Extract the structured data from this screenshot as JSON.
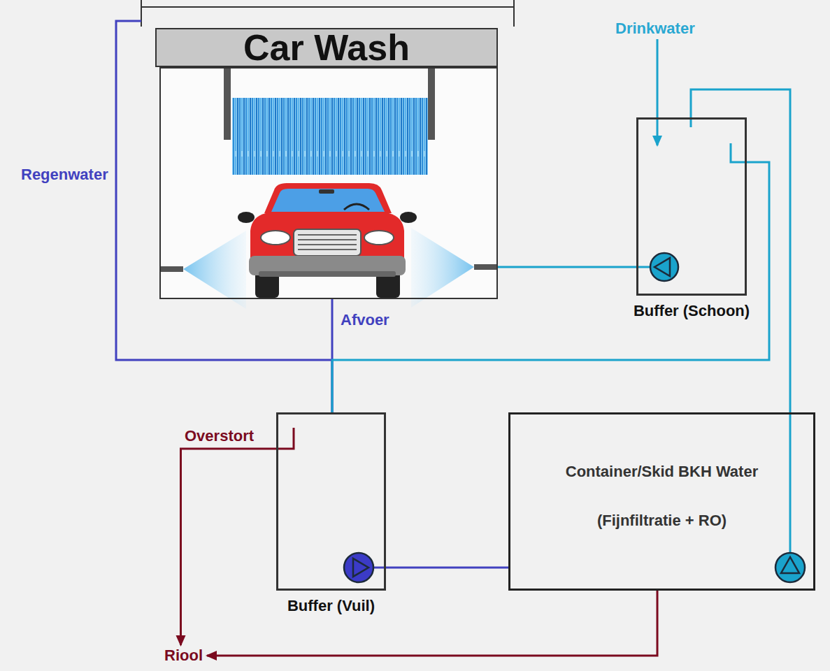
{
  "diagram": {
    "nodes": [
      {
        "text": [
          "Car Wash"
        ]
      },
      {
        "text": [
          "Drinkwater"
        ]
      },
      {
        "text": [
          "Buffer (Schoon)"
        ]
      },
      {
        "text": [
          "Buffer (Vuil)"
        ]
      },
      {
        "text": [
          "Container/Skid BKH Water",
          "(Fijnfiltratie + RO)"
        ]
      },
      {
        "text": [
          "Riool"
        ]
      }
    ],
    "edges": [
      {
        "from": 0,
        "to": 3,
        "label": "Afvoer",
        "arrow": "none"
      },
      {
        "from": 0,
        "to": 3,
        "label": "Regenwater",
        "arrow": "none"
      },
      {
        "from": 1,
        "to": 2,
        "arrow": "to"
      },
      {
        "from": 2,
        "to": 0,
        "arrow": "none"
      },
      {
        "from": 2,
        "to": 3,
        "arrow": "none"
      },
      {
        "from": 3,
        "to": 4,
        "arrow": "none"
      },
      {
        "from": 4,
        "to": 2,
        "arrow": "none"
      },
      {
        "from": 3,
        "to": 5,
        "label": "Overstort",
        "arrow": "to"
      },
      {
        "from": 4,
        "to": 5,
        "arrow": "to"
      }
    ]
  }
}
